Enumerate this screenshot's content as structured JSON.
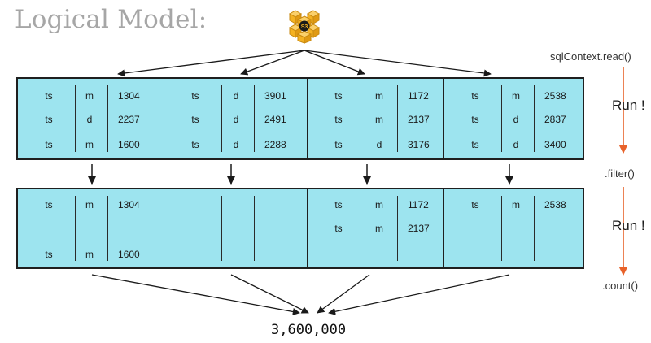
{
  "title": "Logical Model:",
  "s3_logo_text": "S3",
  "labels": {
    "read": "sqlContext.read()",
    "filter": ".filter()",
    "count": ".count()",
    "run1": "Run !",
    "run2": "Run !"
  },
  "result": "3,600,000",
  "colors": {
    "partition_fill": "#9de4ef",
    "border": "#1f1f1f",
    "arrow": "#1a1a1a",
    "run_arrow": "#e8622a",
    "title_gray": "#a6a6a6",
    "s3_orange": "#f4b223"
  },
  "read_partitions": [
    {
      "rows": [
        [
          "ts",
          "m",
          "1304"
        ],
        [
          "ts",
          "d",
          "2237"
        ],
        [
          "ts",
          "m",
          "1600"
        ]
      ]
    },
    {
      "rows": [
        [
          "ts",
          "d",
          "3901"
        ],
        [
          "ts",
          "d",
          "2491"
        ],
        [
          "ts",
          "d",
          "2288"
        ]
      ]
    },
    {
      "rows": [
        [
          "ts",
          "m",
          "1172"
        ],
        [
          "ts",
          "m",
          "2137"
        ],
        [
          "ts",
          "d",
          "3176"
        ]
      ]
    },
    {
      "rows": [
        [
          "ts",
          "m",
          "2538"
        ],
        [
          "ts",
          "d",
          "2837"
        ],
        [
          "ts",
          "d",
          "3400"
        ]
      ]
    }
  ],
  "filter_partitions": [
    {
      "rows": [
        [
          "ts",
          "m",
          "1304"
        ],
        null,
        [
          "ts",
          "m",
          "1600"
        ]
      ]
    },
    {
      "rows": [
        null,
        null,
        null
      ]
    },
    {
      "rows": [
        [
          "ts",
          "m",
          "1172"
        ],
        [
          "ts",
          "m",
          "2137"
        ],
        null
      ]
    },
    {
      "rows": [
        [
          "ts",
          "m",
          "2538"
        ],
        null,
        null
      ]
    }
  ]
}
